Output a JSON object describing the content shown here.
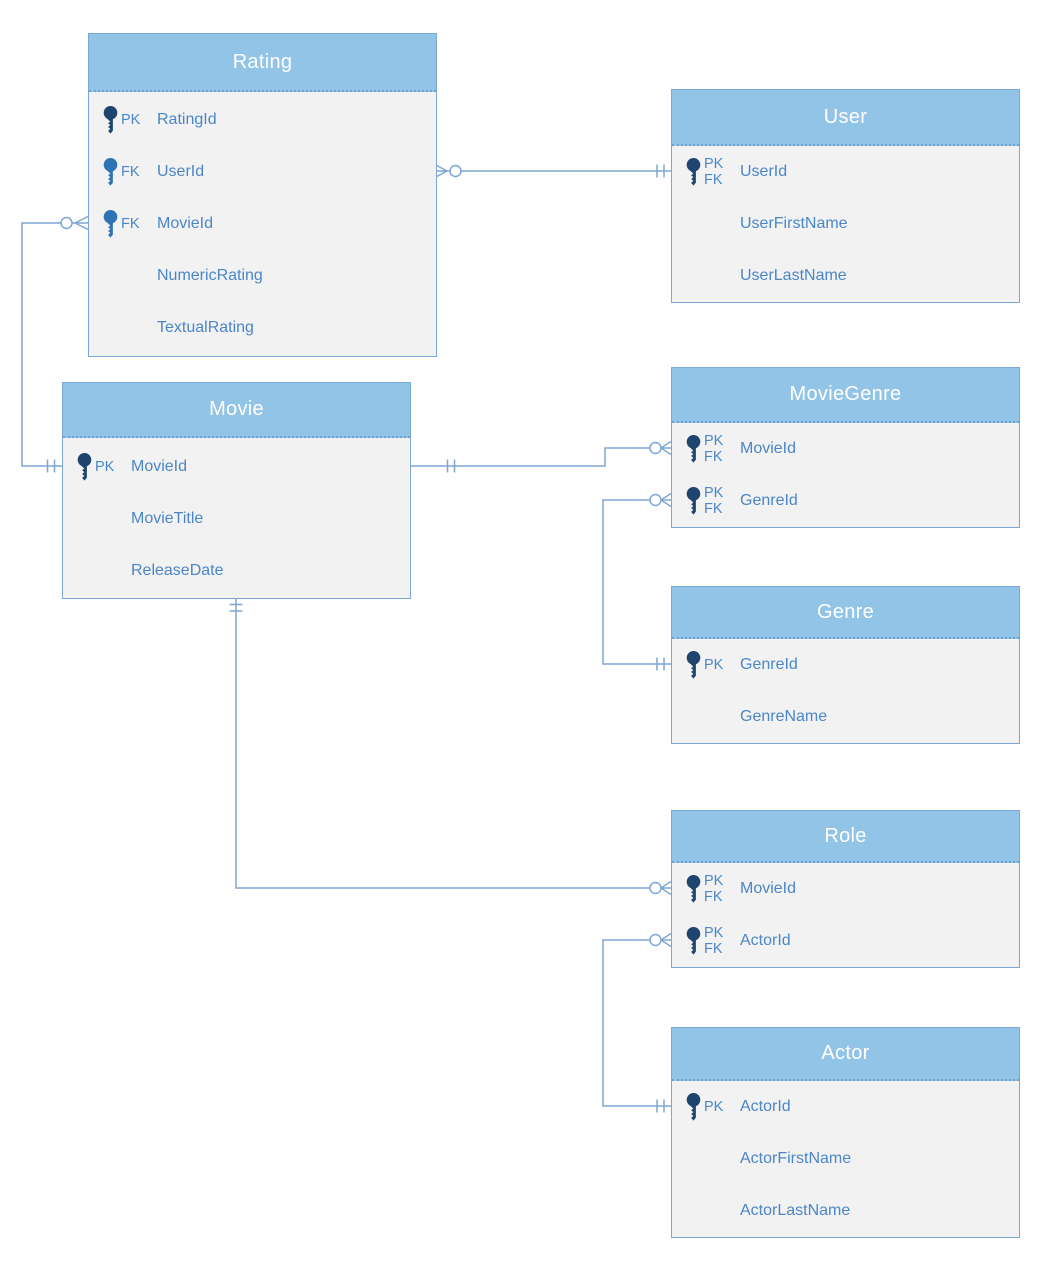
{
  "diagram_type": "entity-relationship",
  "notation": "crow-foot",
  "colors": {
    "header_bg": "#92C4E8",
    "header_text": "#FFFFFF",
    "body_bg": "#F2F2F2",
    "table_border": "#7EA6D4",
    "connector": "#7EA6D4",
    "field_text": "#4A86C8",
    "pk_key_icon": "#1F456E",
    "fk_key_icon": "#2E74B5"
  },
  "tables": [
    {
      "name": "Rating",
      "fields": [
        {
          "label": "RatingId",
          "key_top": "PK",
          "key_bottom": "",
          "icon": "pk"
        },
        {
          "label": "UserId",
          "key_top": "FK",
          "key_bottom": "",
          "icon": "fk"
        },
        {
          "label": "MovieId",
          "key_top": "FK",
          "key_bottom": "",
          "icon": "fk"
        },
        {
          "label": "NumericRating",
          "key_top": "",
          "key_bottom": "",
          "icon": ""
        },
        {
          "label": "TextualRating",
          "key_top": "",
          "key_bottom": "",
          "icon": ""
        }
      ]
    },
    {
      "name": "User",
      "fields": [
        {
          "label": "UserId",
          "key_top": "PK",
          "key_bottom": "FK",
          "icon": "pk"
        },
        {
          "label": "UserFirstName",
          "key_top": "",
          "key_bottom": "",
          "icon": ""
        },
        {
          "label": "UserLastName",
          "key_top": "",
          "key_bottom": "",
          "icon": ""
        }
      ]
    },
    {
      "name": "Movie",
      "fields": [
        {
          "label": "MovieId",
          "key_top": "PK",
          "key_bottom": "",
          "icon": "pk"
        },
        {
          "label": "MovieTitle",
          "key_top": "",
          "key_bottom": "",
          "icon": ""
        },
        {
          "label": "ReleaseDate",
          "key_top": "",
          "key_bottom": "",
          "icon": ""
        }
      ]
    },
    {
      "name": "MovieGenre",
      "fields": [
        {
          "label": "MovieId",
          "key_top": "PK",
          "key_bottom": "FK",
          "icon": "pk"
        },
        {
          "label": "GenreId",
          "key_top": "PK",
          "key_bottom": "FK",
          "icon": "pk"
        }
      ]
    },
    {
      "name": "Genre",
      "fields": [
        {
          "label": "GenreId",
          "key_top": "PK",
          "key_bottom": "",
          "icon": "pk"
        },
        {
          "label": "GenreName",
          "key_top": "",
          "key_bottom": "",
          "icon": ""
        }
      ]
    },
    {
      "name": "Role",
      "fields": [
        {
          "label": "MovieId",
          "key_top": "PK",
          "key_bottom": "FK",
          "icon": "pk"
        },
        {
          "label": "ActorId",
          "key_top": "PK",
          "key_bottom": "FK",
          "icon": "pk"
        }
      ]
    },
    {
      "name": "Actor",
      "fields": [
        {
          "label": "ActorId",
          "key_top": "PK",
          "key_bottom": "",
          "icon": "pk"
        },
        {
          "label": "ActorFirstName",
          "key_top": "",
          "key_bottom": "",
          "icon": ""
        },
        {
          "label": "ActorLastName",
          "key_top": "",
          "key_bottom": "",
          "icon": ""
        }
      ]
    }
  ],
  "relationships": [
    {
      "parent": "User",
      "parent_key": "UserId",
      "child": "Rating",
      "child_key": "UserId",
      "parent_cardinality": "one-and-only-one",
      "child_cardinality": "zero-or-many"
    },
    {
      "parent": "Movie",
      "parent_key": "MovieId",
      "child": "Rating",
      "child_key": "MovieId",
      "parent_cardinality": "one-and-only-one",
      "child_cardinality": "zero-or-many"
    },
    {
      "parent": "Movie",
      "parent_key": "MovieId",
      "child": "MovieGenre",
      "child_key": "MovieId",
      "parent_cardinality": "one-and-only-one",
      "child_cardinality": "zero-or-many"
    },
    {
      "parent": "Genre",
      "parent_key": "GenreId",
      "child": "MovieGenre",
      "child_key": "GenreId",
      "parent_cardinality": "one-and-only-one",
      "child_cardinality": "zero-or-many"
    },
    {
      "parent": "Movie",
      "parent_key": "MovieId",
      "child": "Role",
      "child_key": "MovieId",
      "parent_cardinality": "one-and-only-one",
      "child_cardinality": "zero-or-many"
    },
    {
      "parent": "Actor",
      "parent_key": "ActorId",
      "child": "Role",
      "child_key": "ActorId",
      "parent_cardinality": "one-and-only-one",
      "child_cardinality": "zero-or-many"
    }
  ]
}
